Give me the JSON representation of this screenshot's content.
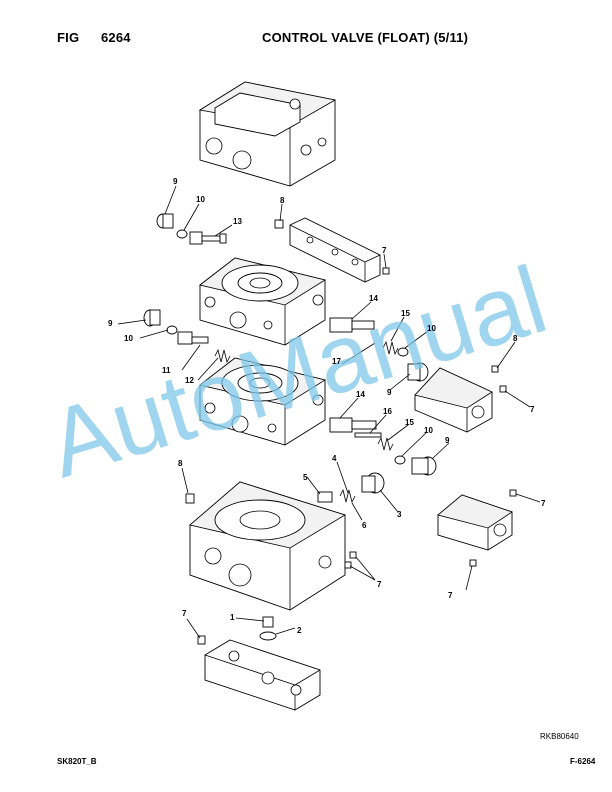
{
  "header": {
    "fig_label": "FIG",
    "fig_number": "6264",
    "title": "CONTROL VALVE (FLOAT) (5/11)"
  },
  "footer": {
    "model": "SK820T_B",
    "page_code": "F-6264",
    "ref_code": "RKB80640"
  },
  "watermark": {
    "text": "AutoManual",
    "color": "#7fc8ea"
  },
  "callouts": {
    "c9a": "9",
    "c10a": "10",
    "c13": "13",
    "c8a": "8",
    "c7a": "7",
    "c9b": "9",
    "c10b": "10",
    "c14a": "14",
    "c15a": "15",
    "c10c": "10",
    "c8b": "8",
    "c17": "17",
    "c11": "11",
    "c12": "12",
    "c9c": "9",
    "c7b": "7",
    "c14b": "14",
    "c16": "16",
    "c15b": "15",
    "c10d": "10",
    "c9d": "9",
    "c8c": "8",
    "c4": "4",
    "c5": "5",
    "c6": "6",
    "c3": "3",
    "c7c": "7",
    "c7d": "7",
    "c7e": "7",
    "c7f": "7",
    "c1": "1",
    "c2": "2"
  }
}
